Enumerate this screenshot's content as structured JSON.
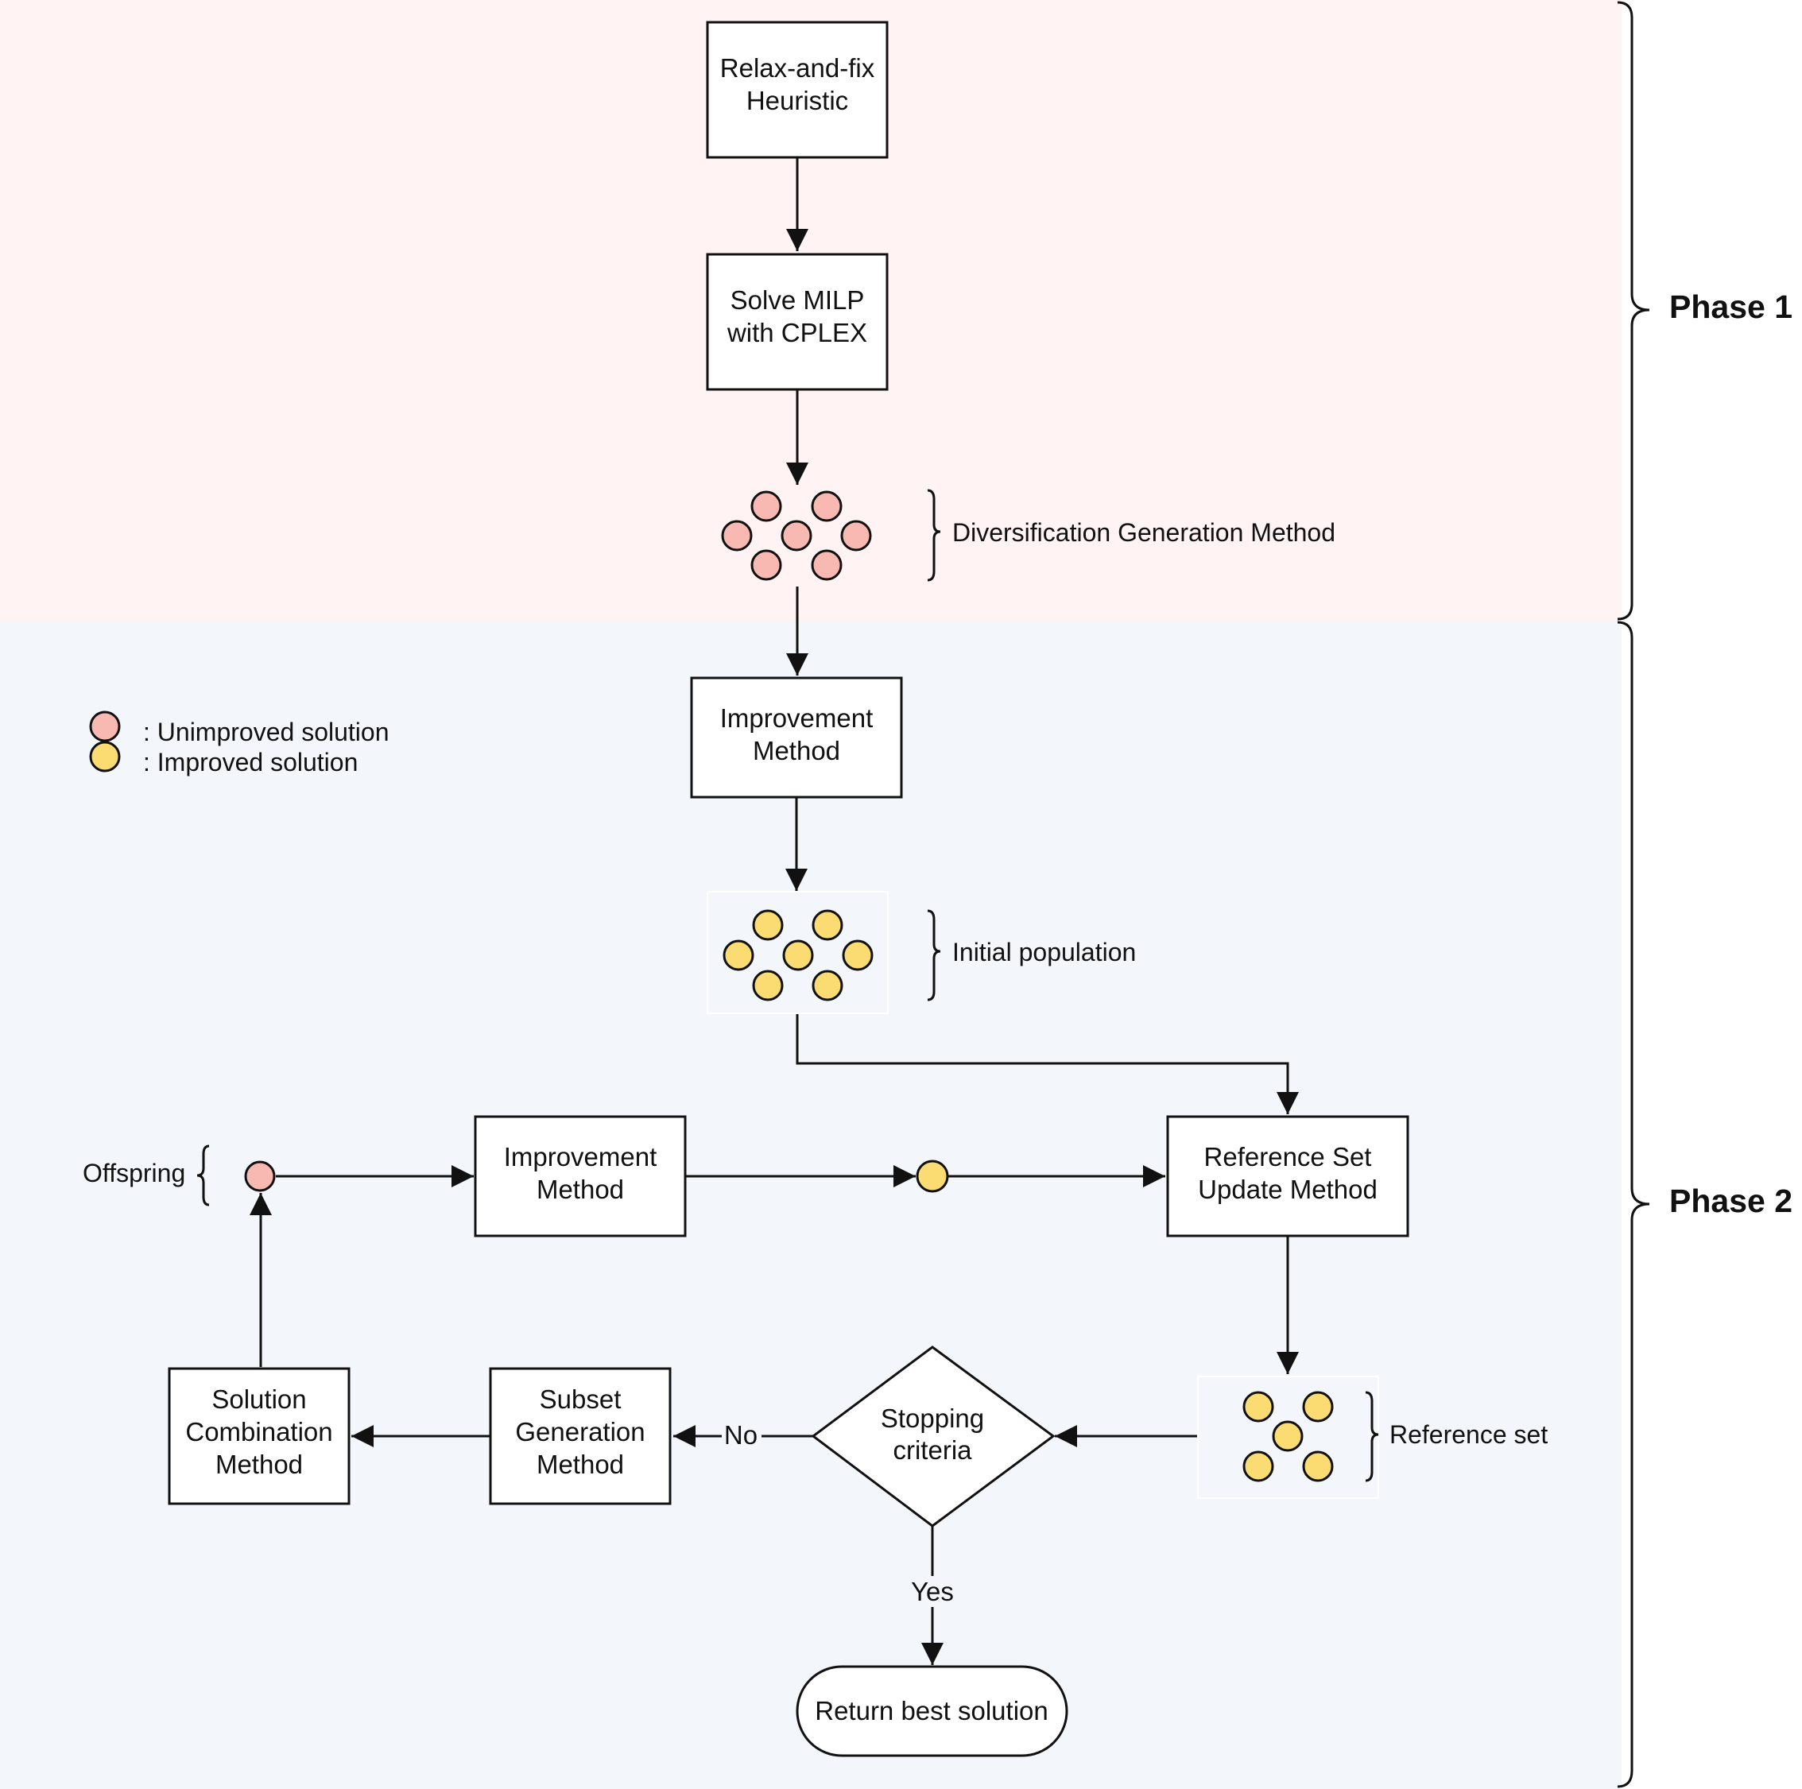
{
  "colors": {
    "phase1_bg": "#fff3f3",
    "phase2_bg": "#f3f7fc",
    "unimproved": "#f8b9b2",
    "improved": "#fbdc72"
  },
  "phases": {
    "phase1": "Phase 1",
    "phase2": "Phase 2"
  },
  "legend": {
    "unimproved": ": Unimproved solution",
    "improved": ": Improved solution"
  },
  "nodes": {
    "relax_fix": [
      "Relax-and-fix",
      "Heuristic"
    ],
    "solve_milp": [
      "Solve MILP",
      "with CPLEX"
    ],
    "improvement_top": [
      "Improvement",
      "Method"
    ],
    "improvement_loop": [
      "Improvement",
      "Method"
    ],
    "refset_update": [
      "Reference Set",
      "Update Method"
    ],
    "stopping": [
      "Stopping",
      "criteria"
    ],
    "subset_gen": [
      "Subset",
      "Generation",
      "Method"
    ],
    "solution_comb": [
      "Solution",
      "Combination",
      "Method"
    ],
    "return_best": "Return best solution"
  },
  "annotations": {
    "diversification": "Diversification Generation Method",
    "initial_population": "Initial population",
    "reference_set": "Reference set",
    "offspring": "Offspring"
  },
  "edge_labels": {
    "no": "No",
    "yes": "Yes"
  }
}
